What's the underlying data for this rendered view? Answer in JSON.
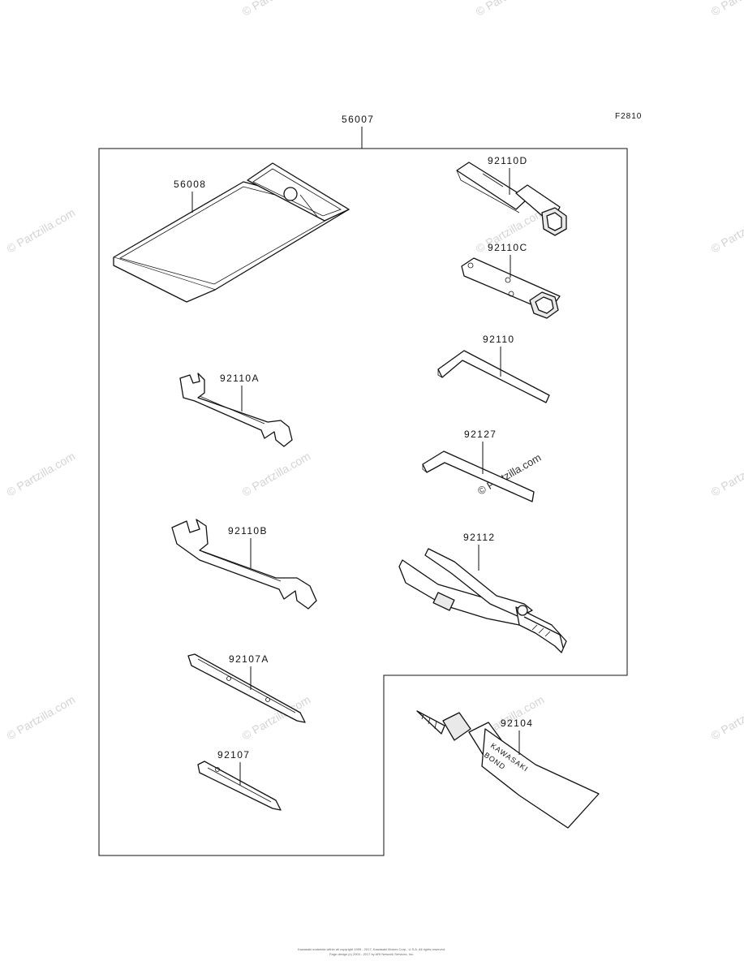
{
  "diagram": {
    "figure_code": "F2810",
    "assembly_label": "56007",
    "parts": {
      "p56008": "56008",
      "p92110D": "92110D",
      "p92110C": "92110C",
      "p92110": "92110",
      "p92110A": "92110A",
      "p92127": "92127",
      "p92110B": "92110B",
      "p92112": "92112",
      "p92107A": "92107A",
      "p92107": "92107",
      "p92104": "92104"
    },
    "tube_text": {
      "line1": "KAWASAKI",
      "line2": "BOND"
    },
    "watermark": "© Partzilla.com",
    "footer": {
      "line1": "Kawasaki materials within all copyright 1995 - 2017, Kawasaki Motors Corp., U.S.A. All rights reserved.",
      "line2": "Page design (c) 2004 - 2017 by ARI Network Services, Inc."
    }
  }
}
